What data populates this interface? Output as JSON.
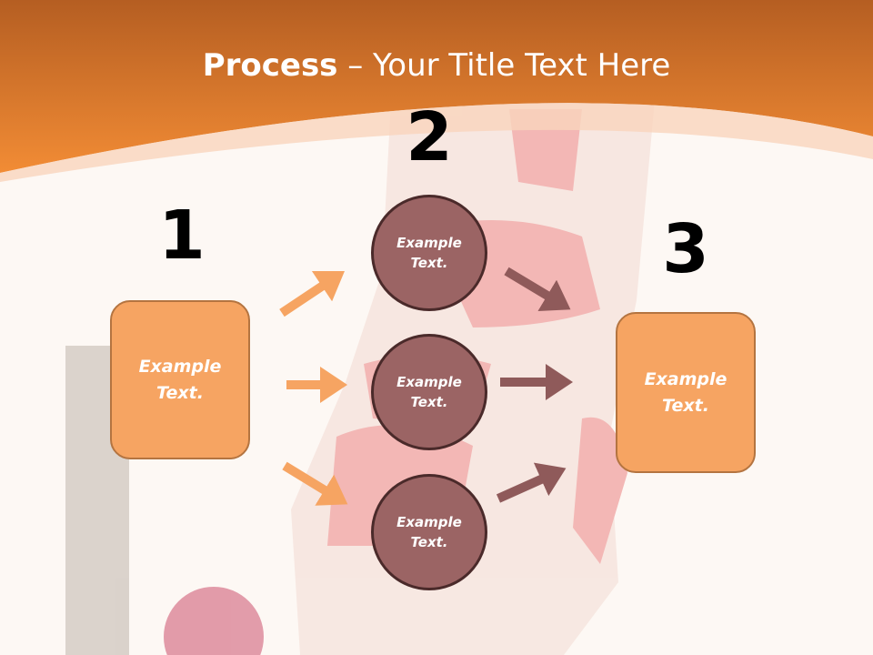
{
  "slide": {
    "title_bold": "Process",
    "title_rest": " – Your Title Text Here",
    "step_numbers": [
      "1",
      "2",
      "3"
    ],
    "left_box": "Example Text.",
    "circles": [
      "Example Text.",
      "Example Text.",
      "Example Text."
    ],
    "right_box": "Example Text."
  },
  "colors": {
    "header_orange": "#f08a30",
    "box_fill": "#f6a462",
    "circle_fill": "#9b6464",
    "arrow_orange": "#f6a462",
    "arrow_brown": "#8f5a5a"
  }
}
